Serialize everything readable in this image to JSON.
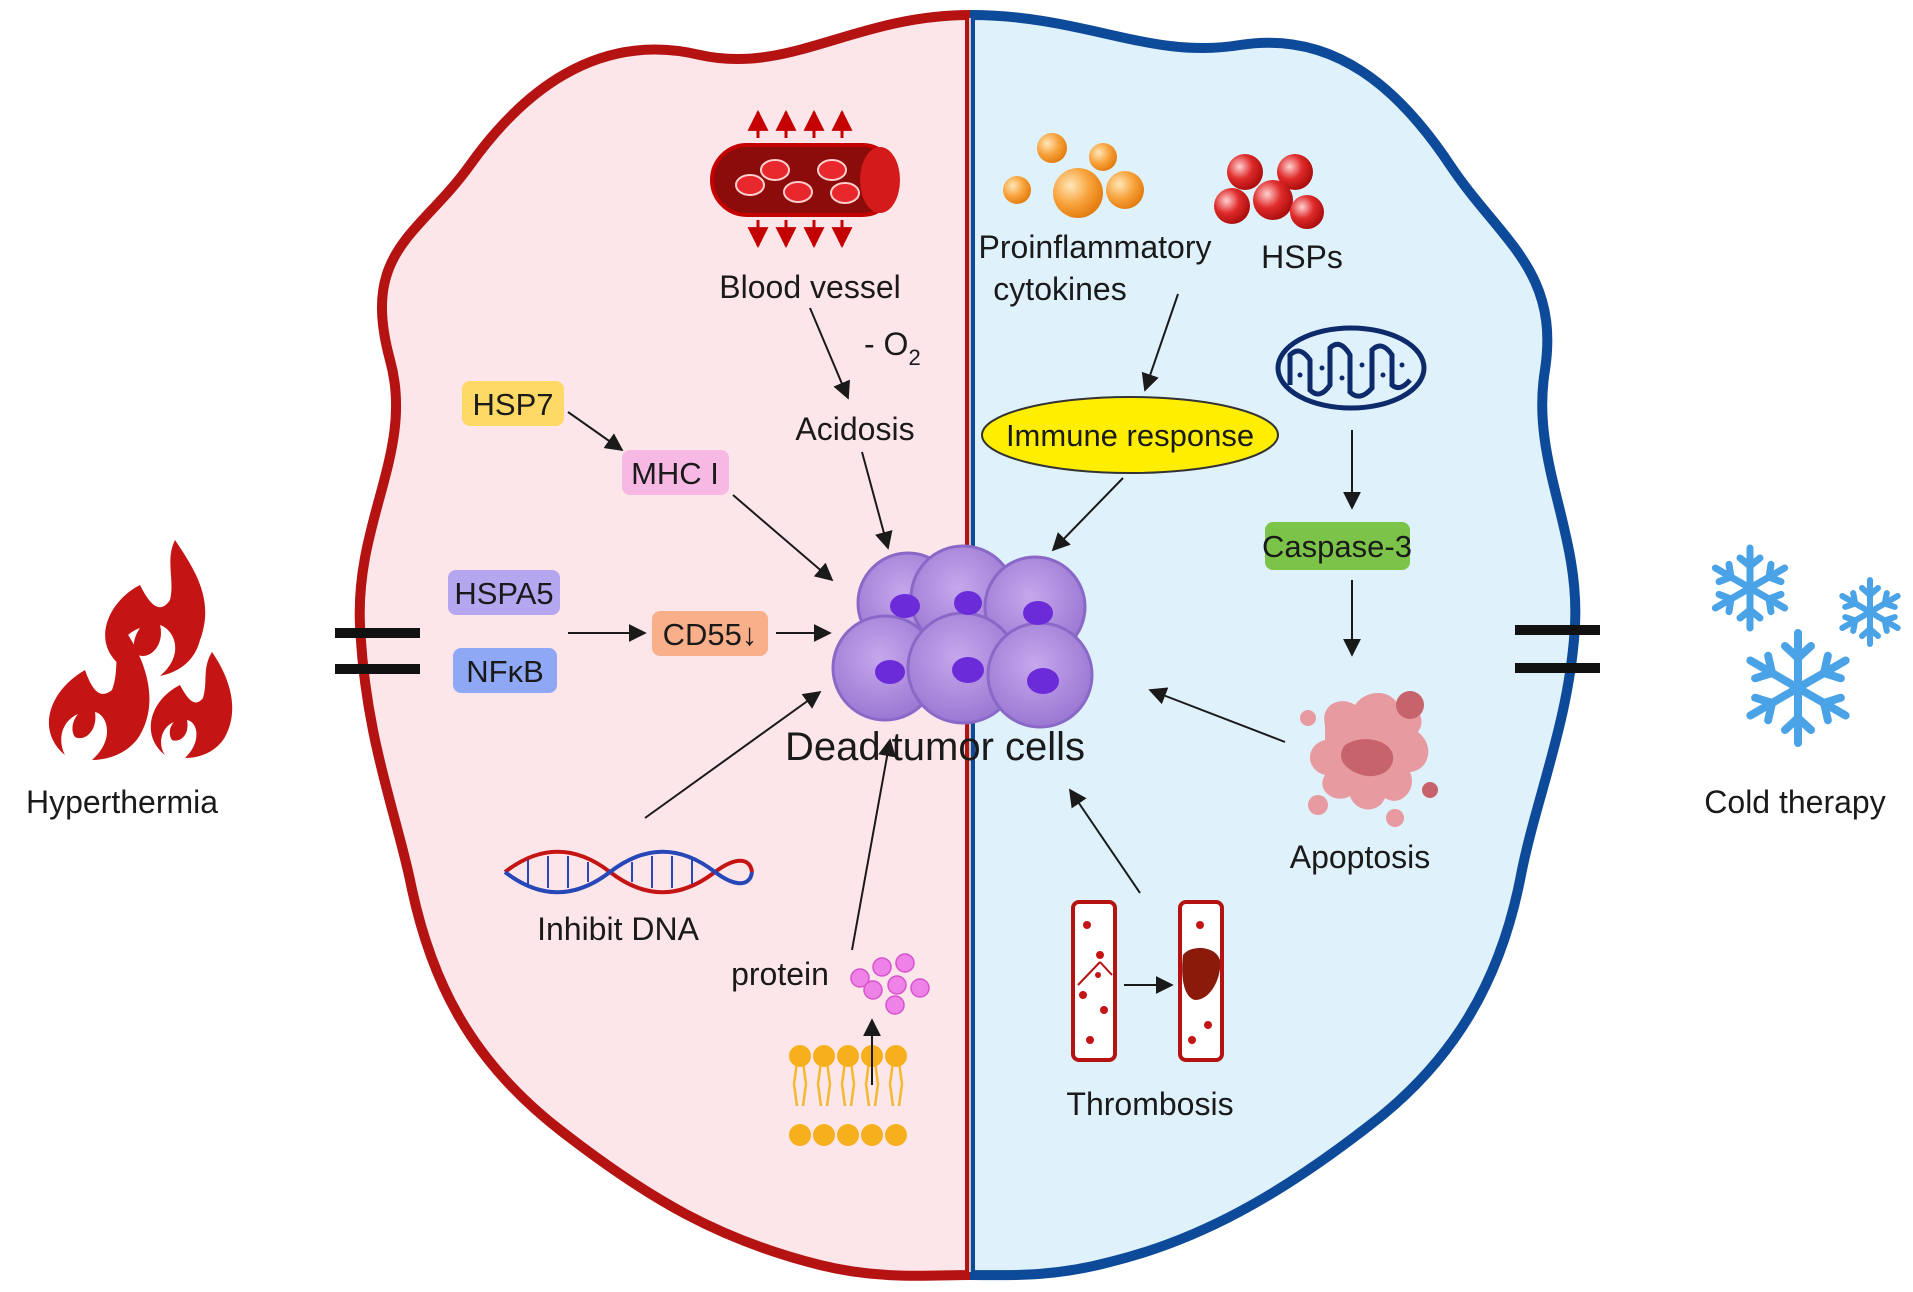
{
  "left_panel": {
    "label": "Hyperthermia",
    "rim_color": "#b51212",
    "fill_color": "#fde6ea"
  },
  "right_panel": {
    "label": "Cold therapy",
    "rim_color": "#0d4a99",
    "fill_color": "#dff1fb"
  },
  "labels": {
    "blood_vessel": "Blood vessel",
    "oxygen_prefix": "- O",
    "oxygen_sub": "2",
    "acidosis": "Acidosis",
    "proinflammatory_line1": "Proinflammatory",
    "proinflammatory_line2": "cytokines",
    "hsps": "HSPs",
    "center": "Dead tumor cells",
    "inhibit_dna": "Inhibit DNA",
    "protein": "protein",
    "apoptosis": "Apoptosis",
    "thrombosis": "Thrombosis"
  },
  "boxes": {
    "hsp7": {
      "text": "HSP7",
      "color": "#ffd966"
    },
    "mhc1": {
      "text": "MHC I",
      "color": "#f7b8e4"
    },
    "hspa5": {
      "text": "HSPA5",
      "color": "#b4a7f0"
    },
    "nfkb": {
      "text": "NFκB",
      "color": "#8fa8f5"
    },
    "cd55": {
      "text": "CD55↓",
      "color": "#f9b08a"
    },
    "immune": {
      "text": "Immune response",
      "color": "#ffee00"
    },
    "caspase": {
      "text": "Caspase-3",
      "color": "#7cc449"
    }
  },
  "icons": {
    "flame": "flame-icon",
    "snowflake": "snowflake-icon",
    "vessel": "blood-vessel-icon",
    "dna": "dna-helix-icon",
    "membrane": "lipid-bilayer-icon",
    "mitochondrion": "mitochondrion-icon"
  }
}
